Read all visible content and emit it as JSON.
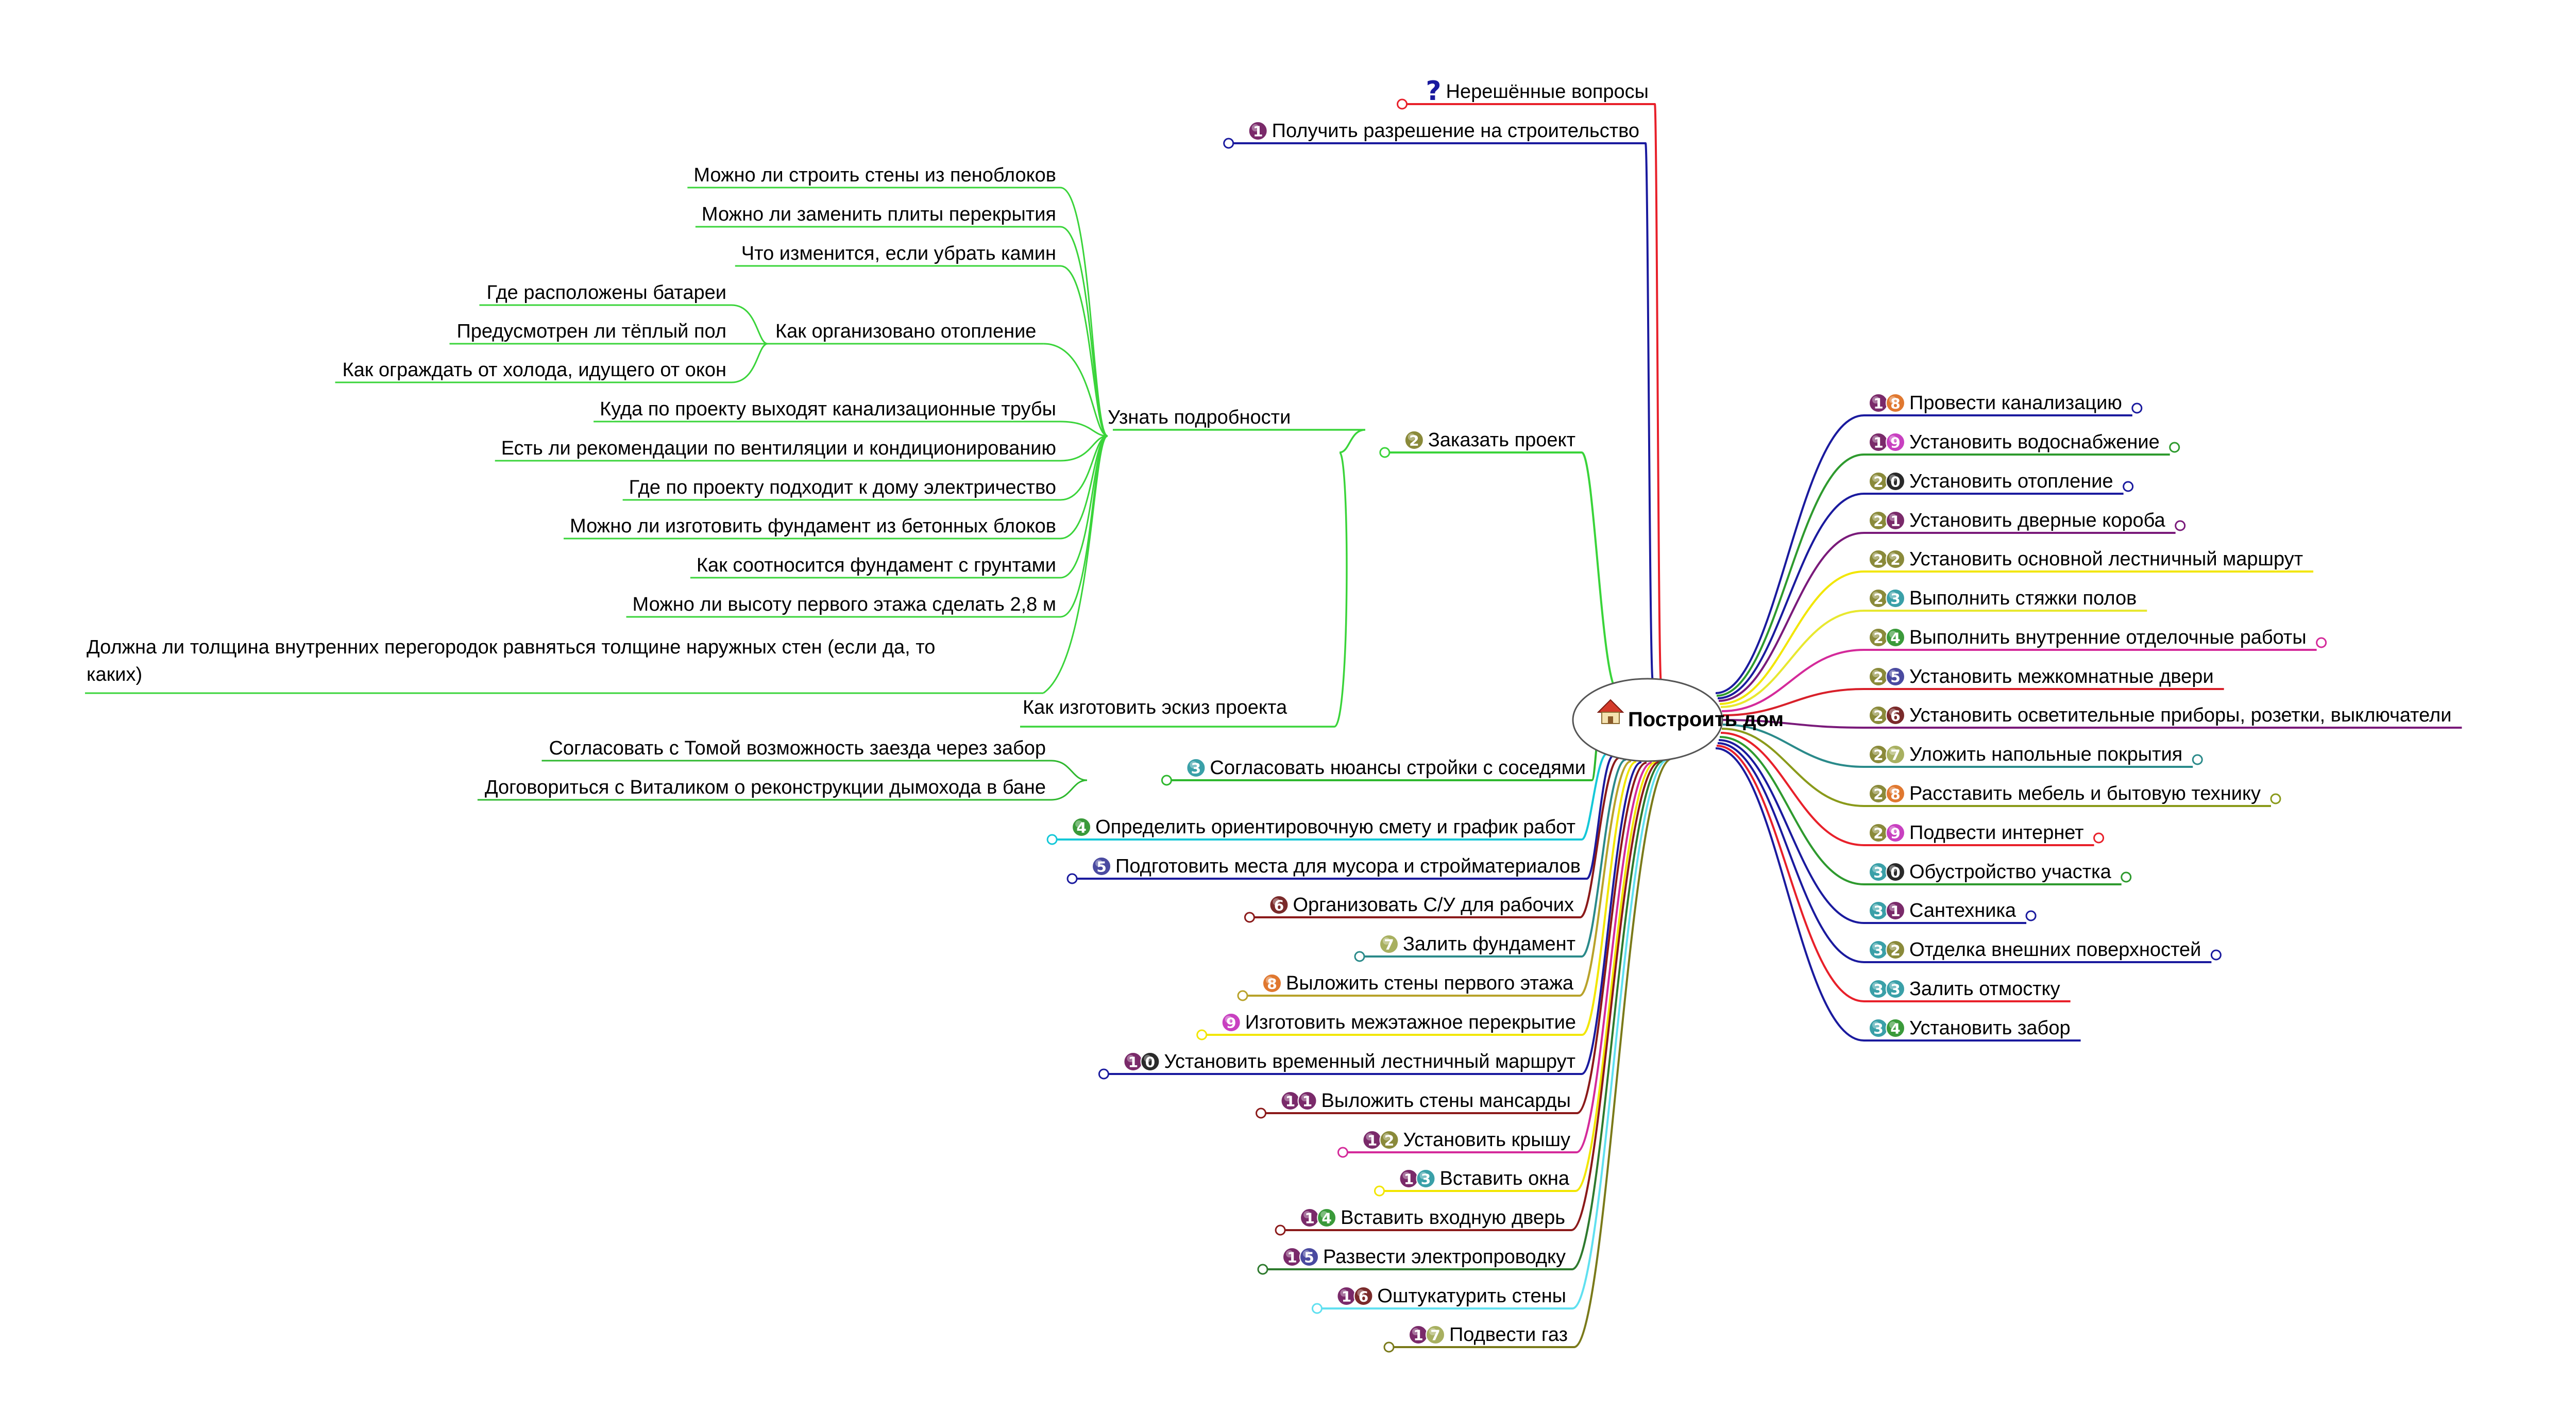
{
  "root": {
    "title": "Построить дом",
    "icon": "house-icon"
  },
  "palette": {
    "branch": [
      "#e8202a",
      "#1a1a9e",
      "#3ad43a",
      "#2eb82e",
      "#15c8d8",
      "#1a1a9e",
      "#8b1a1a",
      "#2a8a8a",
      "#b8a22a",
      "#f2e600",
      "#1a1a9e",
      "#8b1a1a",
      "#d42a9a",
      "#f2e600",
      "#8b1a1a",
      "#2e7a2e",
      "#60e0f0",
      "#7a7a1a",
      "#1a1a9e",
      "#2e9a2e",
      "#1a1a9e",
      "#7a1a7a",
      "#f2e600",
      "#e8e830",
      "#2ebd2e",
      "#e020c0",
      "#d8202a",
      "#7a1a7a",
      "#2a8a8a",
      "#8a9a1a",
      "#e8202a",
      "#2e9a2e",
      "#1a1a9e",
      "#1a1a9e",
      "#e8202a",
      "#1a1a9e"
    ],
    "badge": {
      "0": "#2a2a2a",
      "1": "#7a2a6a",
      "2": "#8a8a3a",
      "3": "#3aa0a8",
      "4": "#3a9a3a",
      "5": "#4a4aa0",
      "6": "#7a2a2a",
      "7": "#a8b060",
      "8": "#e07830",
      "9": "#c840c0"
    },
    "question_icon": "#1a1a9e",
    "detail_line": "#3ad43a"
  },
  "left_branches": [
    {
      "id": "q",
      "icon": "question-mark-icon",
      "label": "Нерешённые вопросы"
    },
    {
      "id": "1",
      "num": "1",
      "label": "Получить разрешение на строительство"
    },
    {
      "id": "2",
      "num": "2",
      "label": "Заказать проект"
    },
    {
      "id": "3",
      "num": "3",
      "label": "Согласовать нюансы стройки с соседями"
    },
    {
      "id": "4",
      "num": "4",
      "label": "Определить ориентировочную смету и график работ"
    },
    {
      "id": "5",
      "num": "5",
      "label": "Подготовить места для мусора и стройматериалов"
    },
    {
      "id": "6",
      "num": "6",
      "label": "Организовать С/У для рабочих"
    },
    {
      "id": "7",
      "num": "7",
      "label": "Залить фундамент"
    },
    {
      "id": "8",
      "num": "8",
      "label": "Выложить стены первого этажа"
    },
    {
      "id": "9",
      "num": "9",
      "label": "Изготовить межэтажное перекрытие"
    },
    {
      "id": "10",
      "num": "10",
      "label": "Установить временный лестничный маршрут"
    },
    {
      "id": "11",
      "num": "11",
      "label": "Выложить стены мансарды"
    },
    {
      "id": "12",
      "num": "12",
      "label": "Установить крышу"
    },
    {
      "id": "13",
      "num": "13",
      "label": "Вставить окна"
    },
    {
      "id": "14",
      "num": "14",
      "label": "Вставить входную дверь"
    },
    {
      "id": "15",
      "num": "15",
      "label": "Развести электропроводку"
    },
    {
      "id": "16",
      "num": "16",
      "label": "Оштукатурить стены"
    },
    {
      "id": "17",
      "num": "17",
      "label": "Подвести газ"
    }
  ],
  "project_details": {
    "clarify": "Узнать подробности",
    "sketch": "Как изготовить эскиз проекта",
    "questions": [
      "Можно ли строить стены из пеноблоков",
      "Можно ли заменить плиты перекрытия",
      "Что изменится, если убрать камин",
      "Как организовано отопление",
      "Куда по проекту выходят канализационные трубы",
      "Есть ли рекомендации по вентиляции и кондиционированию",
      "Где по проекту подходит к дому электричество",
      "Можно ли изготовить фундамент из бетонных блоков",
      "Как соотносится фундамент с грунтами",
      "Можно ли высоту первого этажа сделать 2,8 м",
      "Должна ли толщина внутренних перегородок равняться толщине наружных стен (если да, то",
      "каких)"
    ],
    "heating": [
      "Где расположены батареи",
      "Предусмотрен ли тёплый пол",
      "Как ограждать от холода, идущего от окон"
    ]
  },
  "neighbors": [
    "Согласовать с Томой возможность заезда через забор",
    "Договориться с Виталиком о реконструкции дымохода в бане"
  ],
  "right_branches": [
    {
      "num": "18",
      "label": "Провести канализацию"
    },
    {
      "num": "19",
      "label": "Установить водоснабжение"
    },
    {
      "num": "20",
      "label": "Установить отопление"
    },
    {
      "num": "21",
      "label": "Установить дверные короба"
    },
    {
      "num": "22",
      "label": "Установить основной лестничный маршрут"
    },
    {
      "num": "23",
      "label": "Выполнить стяжки полов"
    },
    {
      "num": "24",
      "label": "Выполнить внутренние отделочные работы"
    },
    {
      "num": "25",
      "label": "Установить межкомнатные двери"
    },
    {
      "num": "26",
      "label": "Установить осветительные приборы, розетки, выключатели"
    },
    {
      "num": "27",
      "label": "Уложить напольные покрытия"
    },
    {
      "num": "28",
      "label": "Расставить мебель и бытовую технику"
    },
    {
      "num": "29",
      "label": "Подвести интернет"
    },
    {
      "num": "30",
      "label": "Обустройство участка"
    },
    {
      "num": "31",
      "label": "Сантехника"
    },
    {
      "num": "32",
      "label": "Отделка внешних поверхностей"
    },
    {
      "num": "33",
      "label": "Залить отмостку"
    },
    {
      "num": "34",
      "label": "Установить забор"
    }
  ]
}
